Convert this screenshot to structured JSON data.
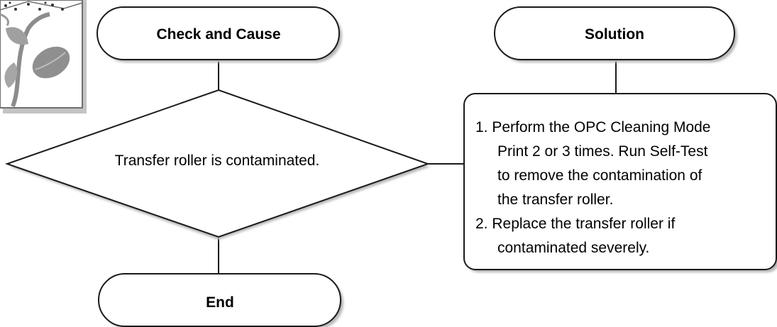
{
  "flowchart": {
    "header_left": "Check and Cause",
    "header_right": "Solution",
    "decision": "Transfer roller is contaminated.",
    "solution_lines": [
      "1. Perform the OPC Cleaning Mode",
      "Print 2 or 3 times. Run Self-Test",
      "to remove the contamination of",
      "the transfer roller.",
      "2. Replace the transfer roller if",
      "contaminated severely."
    ],
    "end": "End"
  },
  "colors": {
    "stroke": "#1a1a1a",
    "shadow": "#b8b8b8",
    "fill": "#ffffff",
    "illustration": "#8c8c8c"
  },
  "icons": {
    "corner_illustration": "defective-print-sample-icon"
  }
}
